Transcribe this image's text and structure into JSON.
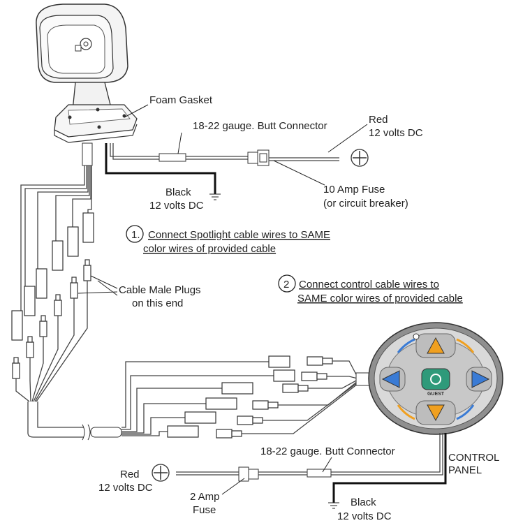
{
  "labels": {
    "foam_gasket": "Foam Gasket",
    "butt_connector_top": "18-22 gauge. Butt Connector",
    "red_top_1": "Red",
    "red_top_2": "12 volts DC",
    "black_top_1": "Black",
    "black_top_2": "12 volts DC",
    "fuse10_1": "10 Amp Fuse",
    "fuse10_2": "(or circuit breaker)",
    "step1_num": "1.",
    "step1_line1": "Connect Spotlight cable wires to SAME",
    "step1_line2": "color wires of  provided cable",
    "step2_num": "2",
    "step2_line1": "Connect control cable wires to",
    "step2_line2": "SAME color wires of provided cable",
    "male_plugs_1": "Cable Male Plugs",
    "male_plugs_2": "on this end",
    "butt_connector_bottom": "18-22 gauge. Butt Connector",
    "control_panel_1": "CONTROL",
    "control_panel_2": "PANEL",
    "red_bottom_1": "Red",
    "red_bottom_2": "12 volts DC",
    "fuse2_1": "2 Amp",
    "fuse2_2": "Fuse",
    "black_bottom_1": "Black",
    "black_bottom_2": "12 volts DC",
    "panel_brand": "GUEST"
  },
  "colors": {
    "panel_body": "#d9d9d9",
    "panel_outer": "#8f8f8f",
    "arrow_orange": "#f0a020",
    "arrow_blue": "#3a7bd5",
    "power_green": "#2f9a7a"
  }
}
